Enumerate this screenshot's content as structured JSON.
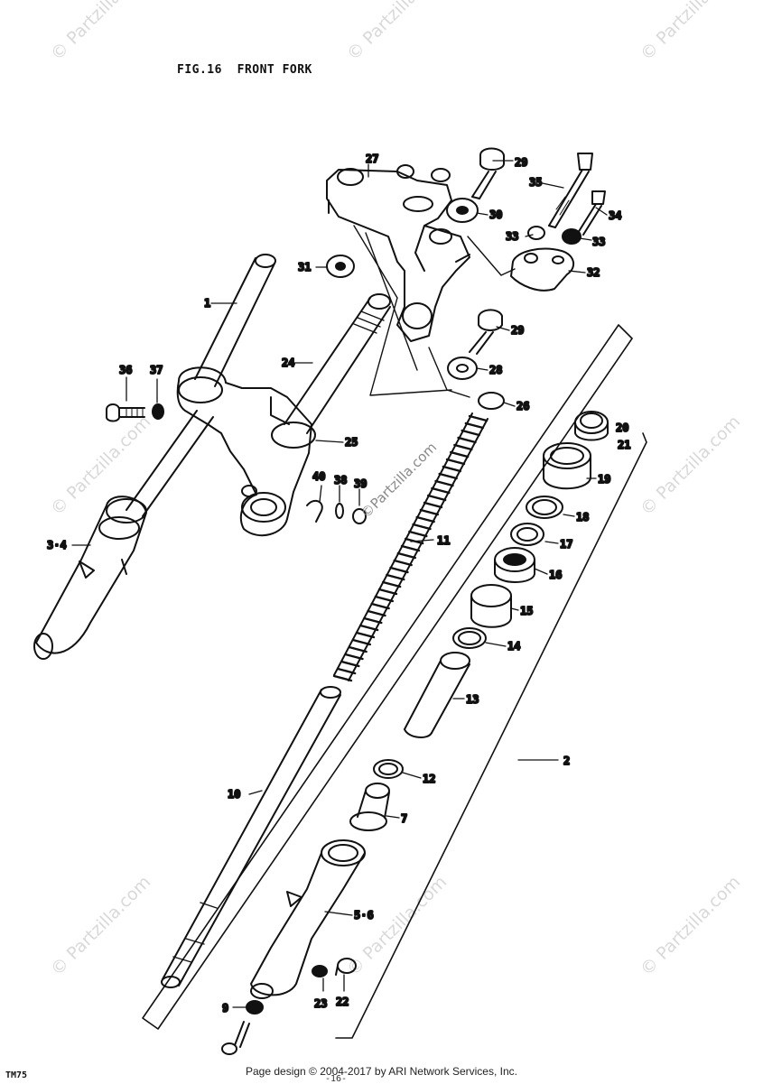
{
  "title": "FIG.16  FRONT FORK",
  "footer": "Page design © 2004-2017 by ARI Network Services, Inc.",
  "model_code": "TM75",
  "page_number": "-16-",
  "watermark": "© Partzilla.com",
  "watermark_center": "©Partzilla.com",
  "parts": [
    {
      "id": "p1",
      "label": "1"
    },
    {
      "id": "p2",
      "label": "2"
    },
    {
      "id": "p3_4",
      "label": "3·4"
    },
    {
      "id": "p5_6",
      "label": "5·6"
    },
    {
      "id": "p7",
      "label": "7"
    },
    {
      "id": "p9",
      "label": "9"
    },
    {
      "id": "p10",
      "label": "10"
    },
    {
      "id": "p11",
      "label": "11"
    },
    {
      "id": "p12",
      "label": "12"
    },
    {
      "id": "p13",
      "label": "13"
    },
    {
      "id": "p14",
      "label": "14"
    },
    {
      "id": "p15",
      "label": "15"
    },
    {
      "id": "p16",
      "label": "16"
    },
    {
      "id": "p17",
      "label": "17"
    },
    {
      "id": "p18",
      "label": "18"
    },
    {
      "id": "p19",
      "label": "19"
    },
    {
      "id": "p20",
      "label": "20"
    },
    {
      "id": "p21",
      "label": "21"
    },
    {
      "id": "p22",
      "label": "22"
    },
    {
      "id": "p23",
      "label": "23"
    },
    {
      "id": "p24",
      "label": "24"
    },
    {
      "id": "p25",
      "label": "25"
    },
    {
      "id": "p26",
      "label": "26"
    },
    {
      "id": "p27",
      "label": "27"
    },
    {
      "id": "p28",
      "label": "28"
    },
    {
      "id": "p29a",
      "label": "29"
    },
    {
      "id": "p29b",
      "label": "29"
    },
    {
      "id": "p30",
      "label": "30"
    },
    {
      "id": "p31",
      "label": "31"
    },
    {
      "id": "p32",
      "label": "32"
    },
    {
      "id": "p33a",
      "label": "33"
    },
    {
      "id": "p33b",
      "label": "33"
    },
    {
      "id": "p34",
      "label": "34"
    },
    {
      "id": "p35",
      "label": "35"
    },
    {
      "id": "p36",
      "label": "36"
    },
    {
      "id": "p37",
      "label": "37"
    },
    {
      "id": "p38",
      "label": "38"
    },
    {
      "id": "p39",
      "label": "39"
    },
    {
      "id": "p40",
      "label": "40"
    }
  ]
}
